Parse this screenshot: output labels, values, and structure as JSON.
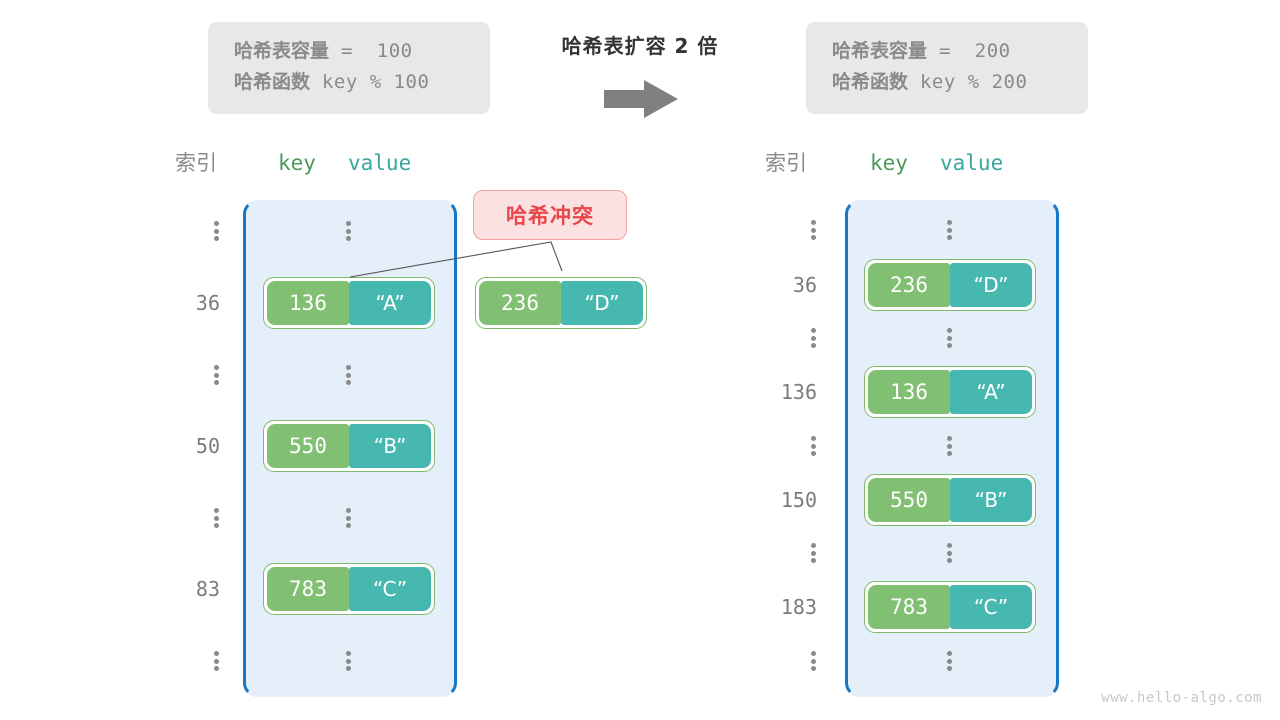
{
  "diagram": {
    "title": "哈希表扩容 2 倍",
    "watermark": "www.hello-algo.com",
    "colors": {
      "key_fill": "#81bf72",
      "value_fill": "#47b8b0",
      "pair_border": "#7fb96a",
      "table_bg": "#e4eff9",
      "table_border": "#1677c4",
      "badge_bg": "#fbe1e1",
      "badge_border": "#f2a0a0",
      "badge_text": "#e8474c",
      "info_bg": "#e8e8e8",
      "info_text": "#8a8a8a",
      "arrow": "#808080"
    }
  },
  "info_left": {
    "capacity_label": "哈希表容量",
    "capacity_expr": " =  100",
    "function_label": "哈希函数",
    "function_expr": " key % 100"
  },
  "info_right": {
    "capacity_label": "哈希表容量",
    "capacity_expr": " =  200",
    "function_label": "哈希函数",
    "function_expr": " key % 200"
  },
  "headers": {
    "index": "索引",
    "key": "key",
    "value": "value"
  },
  "collision": {
    "label": "哈希冲突"
  },
  "left_table": {
    "rows": [
      {
        "type": "ellipsis",
        "index": "⋮"
      },
      {
        "type": "entry",
        "index": "36",
        "key": "136",
        "value": "“A”"
      },
      {
        "type": "ellipsis",
        "index": "⋮"
      },
      {
        "type": "entry",
        "index": "50",
        "key": "550",
        "value": "“B”"
      },
      {
        "type": "ellipsis",
        "index": "⋮"
      },
      {
        "type": "entry",
        "index": "83",
        "key": "783",
        "value": "“C”"
      },
      {
        "type": "ellipsis",
        "index": "⋮"
      }
    ]
  },
  "overflow_entry": {
    "key": "236",
    "value": "“D”"
  },
  "right_table": {
    "rows": [
      {
        "type": "ellipsis",
        "index": "⋮"
      },
      {
        "type": "entry",
        "index": "36",
        "key": "236",
        "value": "“D”"
      },
      {
        "type": "ellipsis",
        "index": "⋮"
      },
      {
        "type": "entry",
        "index": "136",
        "key": "136",
        "value": "“A”"
      },
      {
        "type": "ellipsis",
        "index": "⋮"
      },
      {
        "type": "entry",
        "index": "150",
        "key": "550",
        "value": "“B”"
      },
      {
        "type": "ellipsis",
        "index": "⋮"
      },
      {
        "type": "entry",
        "index": "183",
        "key": "783",
        "value": "“C”"
      },
      {
        "type": "ellipsis",
        "index": "⋮"
      }
    ]
  }
}
